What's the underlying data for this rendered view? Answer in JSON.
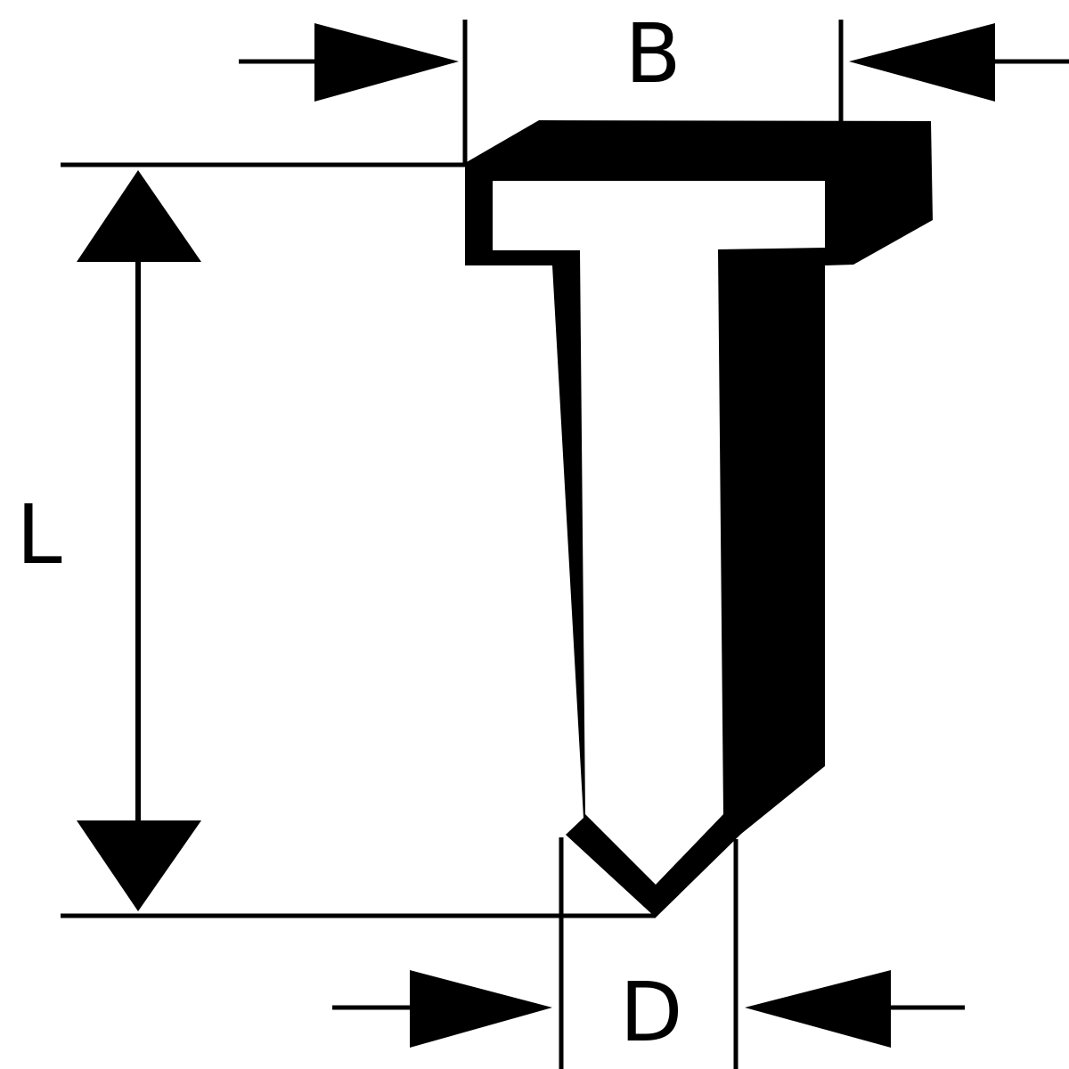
{
  "diagram": {
    "labels": {
      "head_width": "B",
      "length": "L",
      "shank_diameter": "D"
    },
    "colors": {
      "ink": "#000000",
      "paper": "#ffffff"
    }
  }
}
